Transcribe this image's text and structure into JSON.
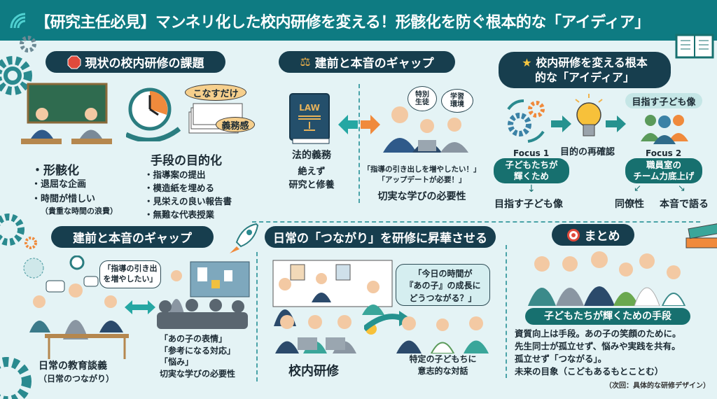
{
  "header": {
    "title": "【研究主任必見】マンネリ化した校内研修を変える！形骸化を防ぐ根本的な「アイディア」"
  },
  "current_issues": {
    "heading": "現状の校内研修の課題",
    "left_items": [
      "形骸化",
      "退屈な企画",
      "時間が惜しい"
    ],
    "left_note": "（貴重な時間の浪費）",
    "labels": [
      "こなすだけ",
      "義務感"
    ],
    "subheading": "手段の目的化",
    "right_items": [
      "指導案の提出",
      "模造紙を埋める",
      "見栄えの良い報告書",
      "無難な代表授業"
    ]
  },
  "gap_top": {
    "heading": "建前と本音のギャップ",
    "book_label": "LAW",
    "left_title": "法的義務",
    "left_text": [
      "絶えず",
      "研究と修養"
    ],
    "thought_bubbles": [
      "特別\n生徒",
      "学習\n環境"
    ],
    "quotes": [
      "「指導の引き出しを増やしたい！」",
      "「アップデートが必要！」"
    ],
    "right_title": "切実な学びの必要性"
  },
  "idea": {
    "heading": [
      "校内研修を変える根本",
      "的な「アイディア」"
    ],
    "goal_pill": "目指す子ども像",
    "focus1": "Focus 1",
    "center": "目的の再確認",
    "focus2": "Focus 2",
    "focus1_pill": [
      "子どもたちが",
      "輝くため"
    ],
    "focus1_result": "目指す子ども像",
    "focus2_pill": [
      "職員室の",
      "チーム力底上げ"
    ],
    "focus2_results": [
      "同僚性",
      "本音で語る"
    ]
  },
  "gap_bottom": {
    "heading": "建前と本音のギャップ",
    "speech": [
      "「指導の引き出",
      "を増やしたい」"
    ],
    "left_title": "日常の教育談義",
    "left_sub": "（日常のつながり）",
    "right_lines": [
      "「あの子の表情」",
      "「参考になる対応」",
      "「悩み」",
      "切実な学びの必要性"
    ]
  },
  "connect": {
    "heading": "日常の「つながり」を研修に昇華させる",
    "left_title": "校内研修",
    "speech": [
      "「今日の時間が",
      "『あの子』の成長に",
      "どうつながる？」"
    ],
    "right_caption": [
      "特定の子どもちに",
      "意志的な対話"
    ]
  },
  "summary": {
    "heading": "まとめ",
    "pill": "子どもたちが輝くための手段",
    "lines": [
      "資質向上は手段。あの子の笑顔のために。",
      "先生同士が孤立せず、悩みや実践を共有。",
      "孤立せず「つながる」。",
      "未来の目象（こどもあるもとことむ）"
    ],
    "next": "（次回：具体的な研修デザイン）"
  },
  "colors": {
    "header": "#0e7b82",
    "pill": "#173e4e",
    "teal": "#17706f",
    "accent": "#f08a3c",
    "background": "#e4f3f5"
  }
}
